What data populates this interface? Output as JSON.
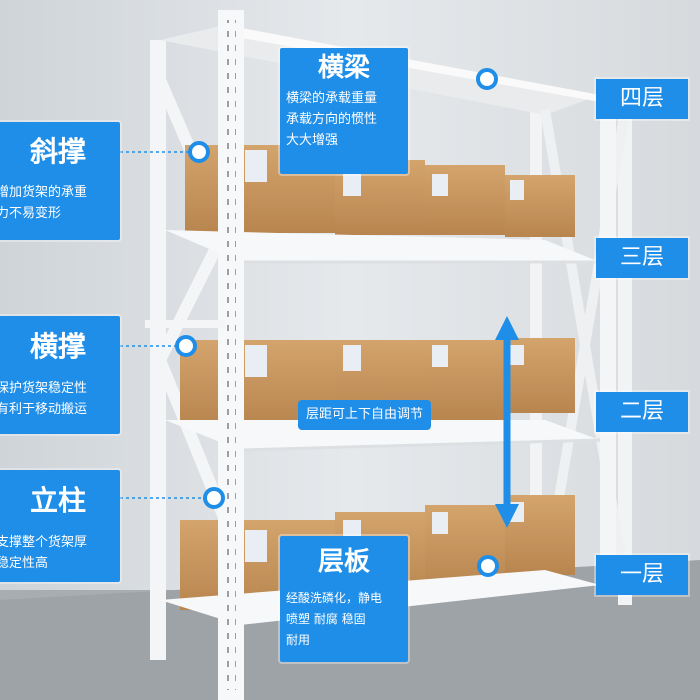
{
  "features": {
    "beam": {
      "title": "横梁",
      "lines": [
        "横梁的承载重量",
        "承载方向的惯性",
        "大大增强"
      ]
    },
    "diagonal_brace": {
      "title": "斜撑",
      "lines": [
        "增加货架的承重",
        "力不易变形"
      ]
    },
    "cross_brace": {
      "title": "横撑",
      "lines": [
        "保护货架稳定性",
        "有利于移动搬运"
      ]
    },
    "upright": {
      "title": "立柱",
      "lines": [
        "支撑整个货架厚",
        "稳定性高"
      ]
    },
    "shelf_board": {
      "title": "层板",
      "lines": [
        "经酸洗磷化，静电",
        "喷塑 耐腐 稳固",
        "耐用"
      ]
    }
  },
  "levels": [
    "四层",
    "三层",
    "二层",
    "一层"
  ],
  "adjust_hint": "层距可上下自由调节",
  "colors": {
    "accent": "#1f8ee8",
    "shelf": "#f4f5f6",
    "box": "#c8955d"
  }
}
